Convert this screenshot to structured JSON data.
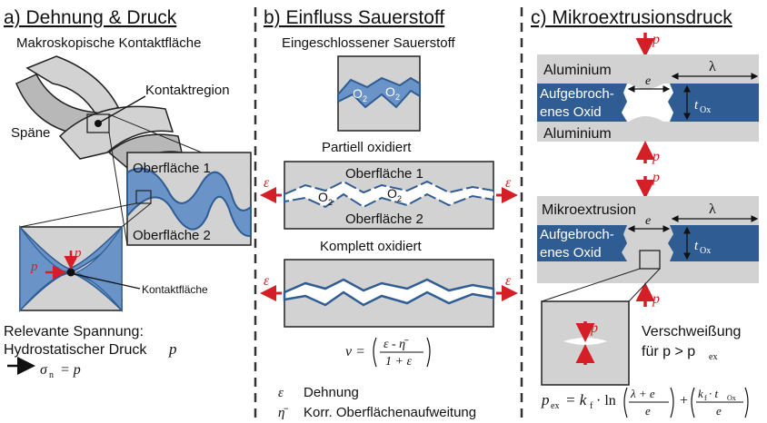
{
  "panel_a": {
    "title": "a) Dehnung & Druck",
    "subtitle": "Makroskopische Kontaktfläche",
    "contact_region_label": "Kontaktregion",
    "chips_label": "Späne",
    "surface_1": "Oberfläche 1",
    "surface_2": "Oberfläche 2",
    "contact_area_label": "Kontaktfläche",
    "force_symbol": "p",
    "relevant_stress_line1": "Relevante Spannung:",
    "relevant_stress_line2": "Hydrostatischer Druck",
    "pressure_symbol": "p",
    "sigma_symbol": "σ",
    "sigma_sub": "n",
    "sigma_eq": "= p"
  },
  "panel_b": {
    "title": "b) Einfluss Sauerstoff",
    "enclosed_label": "Eingeschlossener Sauerstoff",
    "o2_symbol": "O",
    "o2_sub": "2",
    "partial_label": "Partiell oxidiert",
    "surface_1": "Oberfläche 1",
    "surface_2": "Oberfläche 2",
    "complete_label": "Komplett oxidiert",
    "epsilon": "ε",
    "formula_lhs": "v =",
    "formula_num": "ε - η̄",
    "formula_den": "1 + ε",
    "legend_1_symbol": "ε",
    "legend_1_text": "Dehnung",
    "legend_2_symbol": "η̄",
    "legend_2_text": "Korr. Oberflächenaufweitung"
  },
  "panel_c": {
    "title": "c) Mikroextrusionsdruck",
    "p_symbol": "p",
    "aluminium_top": "Aluminium",
    "aluminium_bottom": "Aluminium",
    "lambda": "λ",
    "e_symbol": "e",
    "oxide_line1": "Aufgebroch-",
    "oxide_line2": "enes Oxid",
    "t_symbol": "t",
    "t_sub": "Ox",
    "microextrusion_label": "Mikroextrusion",
    "welding_line1": "Verschweißung",
    "welding_line2_prefix": "für p > p",
    "welding_sub": "ex",
    "formula": "p_ex = k_f · ln((λ + e)/e) + (k_f · t_Ox / e)",
    "formula_lhs": "p",
    "formula_lhs_sub": "ex",
    "formula_eq": "= k",
    "formula_kf_sub": "f",
    "formula_ln": "· ln",
    "formula_frac1_num": "λ + e",
    "formula_frac1_den": "e",
    "formula_plus": "+",
    "formula_frac2_num_k": "k",
    "formula_frac2_num_kf_sub": "f",
    "formula_frac2_num_rest": "· t",
    "formula_frac2_num_sub": "Ox",
    "formula_frac2_den": "e"
  },
  "colors": {
    "blue_dark": "#2f5d93",
    "blue_light": "#6a93c8",
    "gray_fill": "#d2d2d2",
    "red_arrow": "#d41f26",
    "dash_line": "#333333"
  }
}
